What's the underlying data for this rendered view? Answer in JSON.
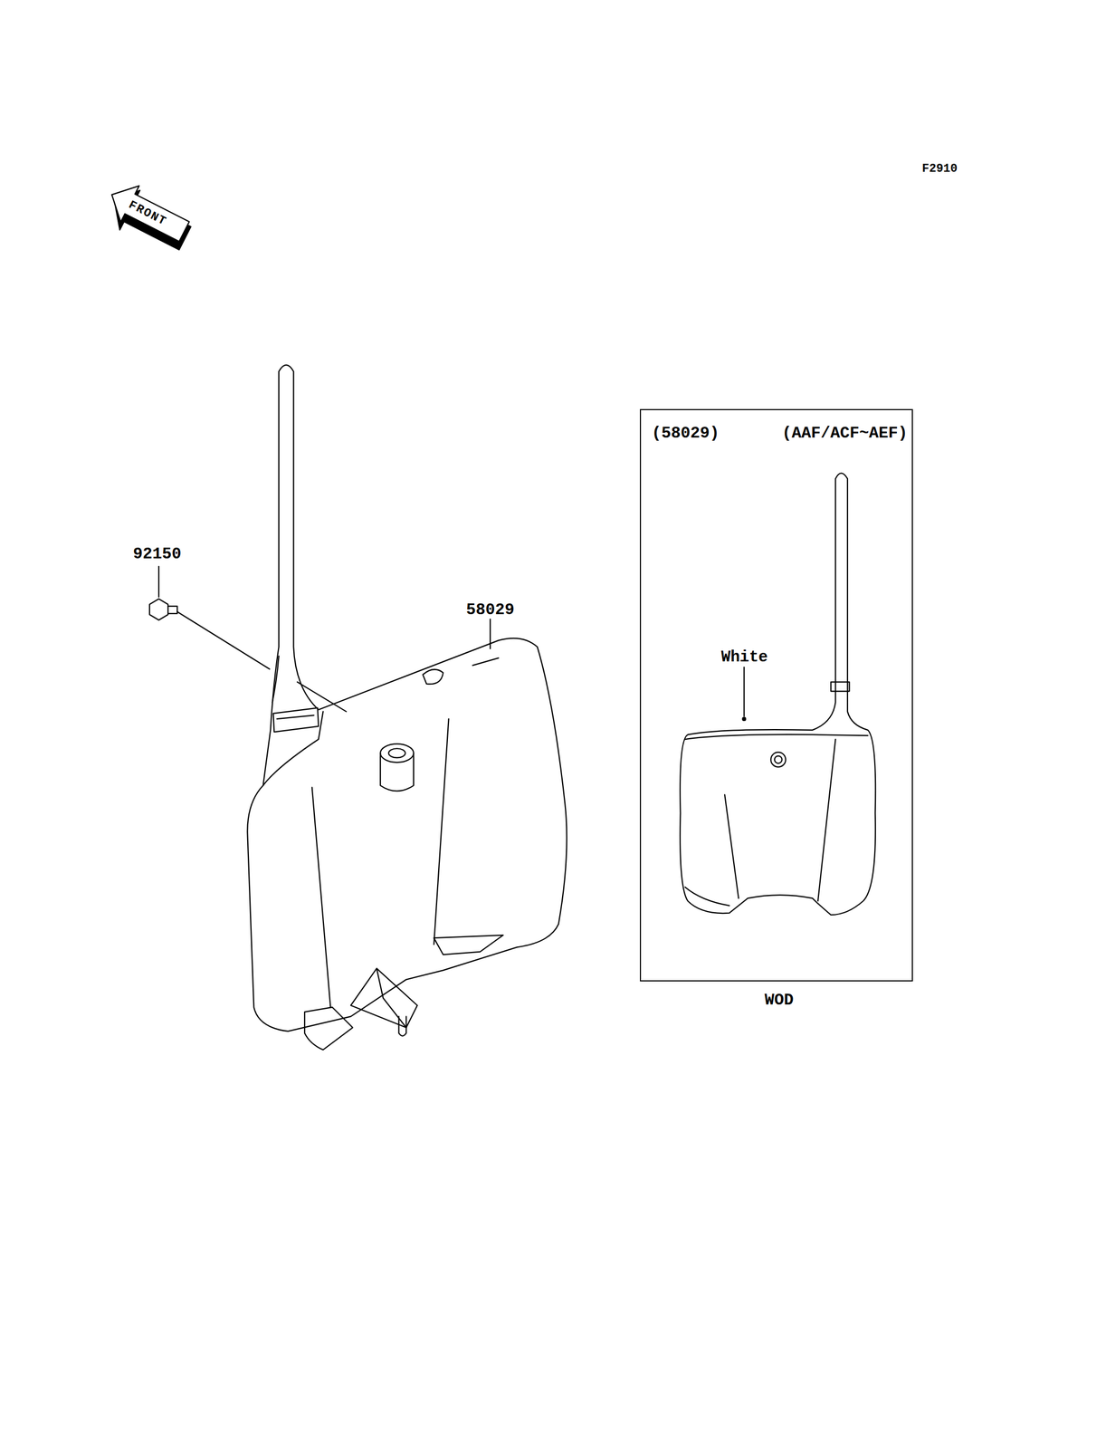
{
  "diagram": {
    "nodes": [
      {
        "text": [
          "(58029)",
          "(AAF/ACF~AEF)",
          "WOD"
        ]
      }
    ],
    "labels": [
      "F2910",
      "FRONT",
      "92150",
      "58029",
      "White"
    ]
  }
}
